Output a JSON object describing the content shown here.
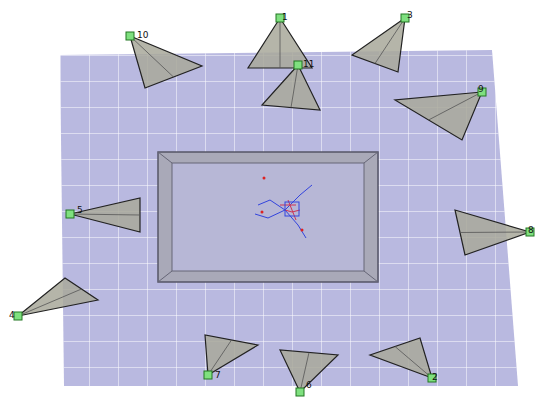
{
  "diagram": {
    "labels": [
      "10",
      "1",
      "3",
      "11",
      "9",
      "8",
      "5",
      "4",
      "7",
      "6",
      "2"
    ]
  }
}
